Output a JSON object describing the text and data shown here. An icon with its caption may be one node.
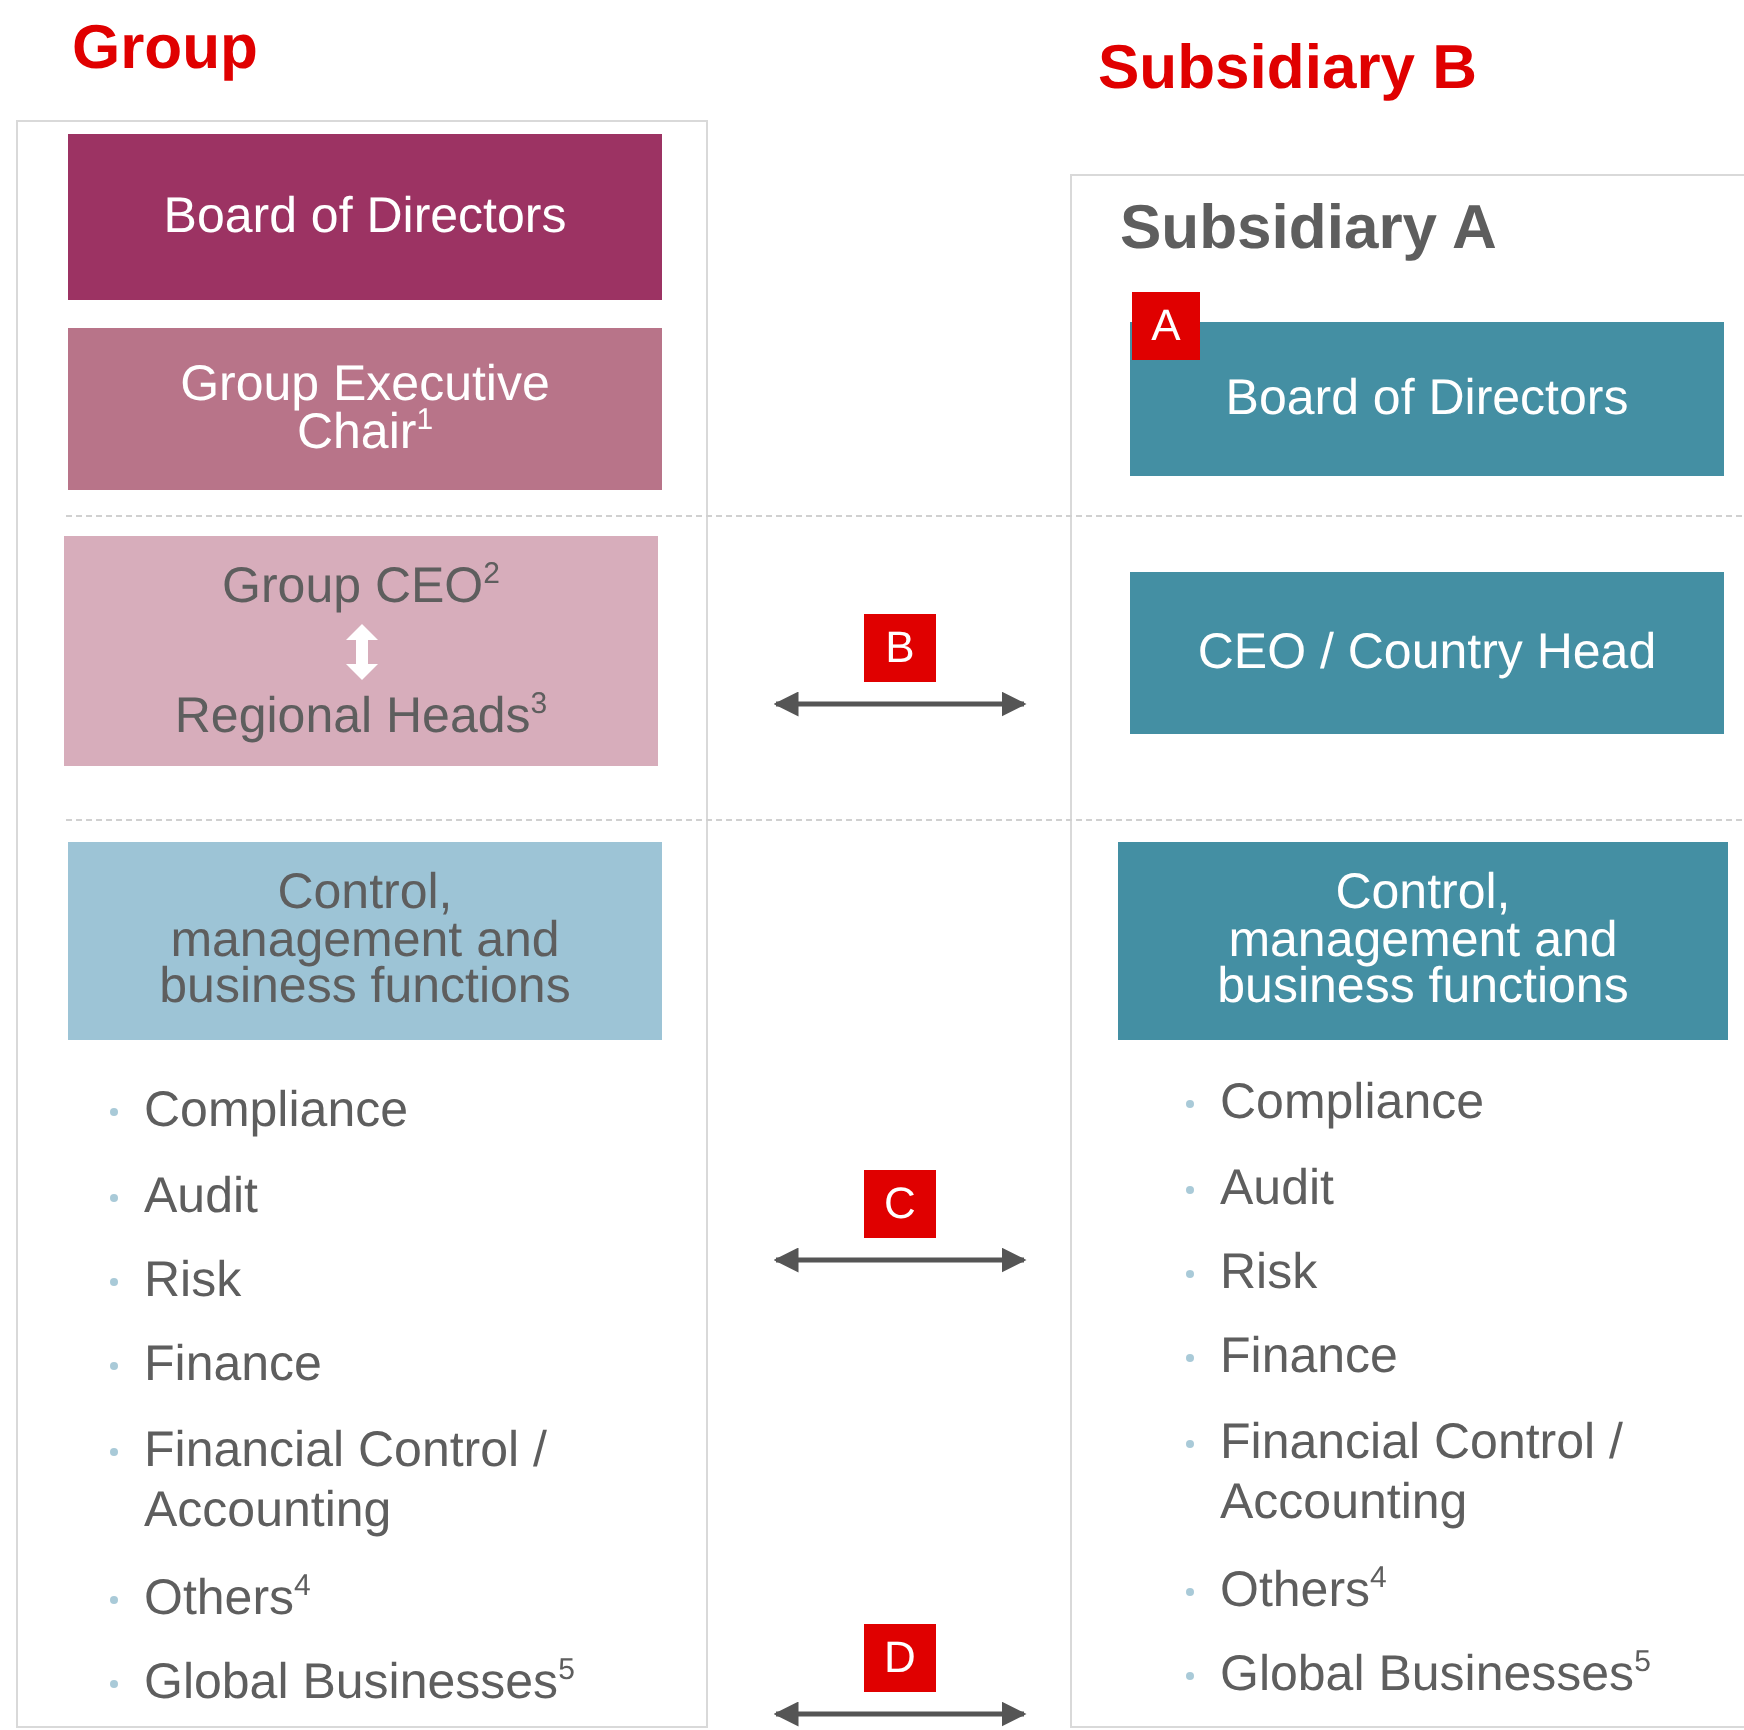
{
  "diagram": {
    "nodes": [
      {
        "text": [
          "Group"
        ]
      },
      {
        "text": [
          "Subsidiary B",
          "Subsidiary A"
        ]
      },
      {
        "text": [
          "Board of Directors"
        ],
        "in": 0
      },
      {
        "text": [
          "Group Executive Chair$^{1}$"
        ],
        "in": 0
      },
      {
        "text": [
          "Group CEO$^{2}$",
          "Regional Heads$^{3}$"
        ],
        "in": 0
      },
      {
        "text": [
          "Control, management and business functions"
        ],
        "in": 0
      },
      {
        "text": [
          "A",
          "Board of Directors"
        ],
        "in": 1
      },
      {
        "text": [
          "CEO / Country Head"
        ],
        "in": 1
      },
      {
        "text": [
          "Control, management and business functions"
        ],
        "in": 1
      }
    ],
    "edges": [
      {
        "from": 0,
        "to": 1,
        "arrow": "both",
        "label": "B"
      },
      {
        "from": 0,
        "to": 1,
        "arrow": "both",
        "label": "C"
      },
      {
        "from": 0,
        "to": 1,
        "arrow": "both",
        "label": "D"
      }
    ],
    "labels": [
      "Compliance",
      "Audit",
      "Risk",
      "Finance",
      "Financial Control / Accounting",
      "Others$^{4}$",
      "Global Businesses$^{5}$",
      "Compliance",
      "Audit",
      "Risk",
      "Finance",
      "Financial Control / Accounting",
      "Others$^{4}$",
      "Global Businesses$^{5}$"
    ]
  }
}
